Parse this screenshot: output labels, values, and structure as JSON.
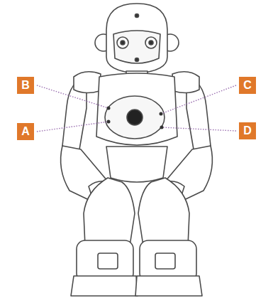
{
  "diagram": {
    "nodes": [
      {
        "text": [
          "B"
        ]
      },
      {
        "text": [
          "C"
        ]
      },
      {
        "text": [
          "A"
        ]
      },
      {
        "text": [
          "D"
        ]
      }
    ]
  }
}
